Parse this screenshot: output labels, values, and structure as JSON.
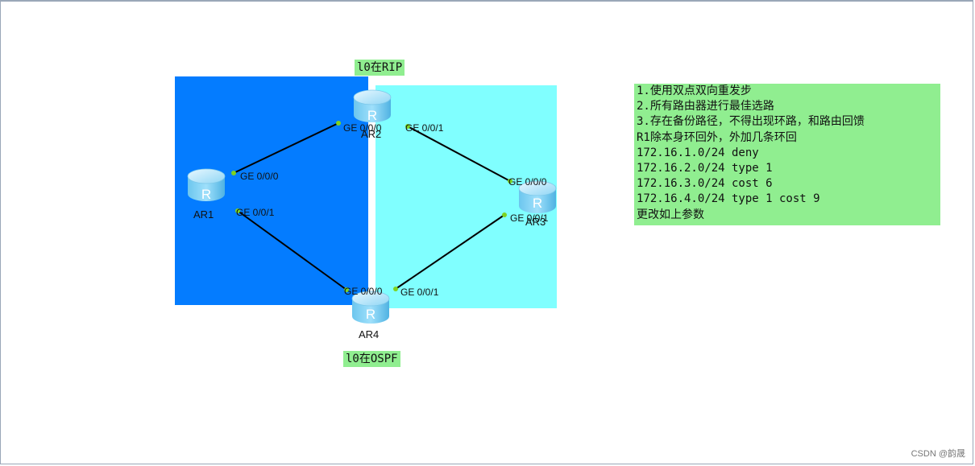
{
  "areas": [
    {
      "color": "#047cff"
    },
    {
      "color": "#80ffff"
    }
  ],
  "area_labels": [
    "l0在RIP",
    "l0在OSPF"
  ],
  "routers": [
    {
      "name": "AR1",
      "glyph": "R"
    },
    {
      "name": "AR2",
      "glyph": "R"
    },
    {
      "name": "AR3",
      "glyph": "R"
    },
    {
      "name": "AR4",
      "glyph": "R"
    }
  ],
  "ports": [
    "GE 0/0/0",
    "GE 0/0/1",
    "GE 0/0/0",
    "GE 0/0/1",
    "GE 0/0/0",
    "GE 0/0/1",
    "GE 0/0/0",
    "GE 0/0/1"
  ],
  "notes": [
    "1.使用双点双向重发步",
    "2.所有路由器进行最佳选路",
    "3.存在备份路径，不得出现环路，和路由回馈",
    "R1除本身环回外，外加几条环回",
    "172.16.1.0/24 deny",
    "172.16.2.0/24 type 1",
    "172.16.3.0/24 cost 6",
    "172.16.4.0/24 type 1 cost 9",
    "更改如上参数"
  ],
  "colors": {
    "link": "#000000",
    "port_dot": "#7dd321",
    "label_bg": "#90ee90"
  },
  "watermark": "CSDN @韵晟"
}
